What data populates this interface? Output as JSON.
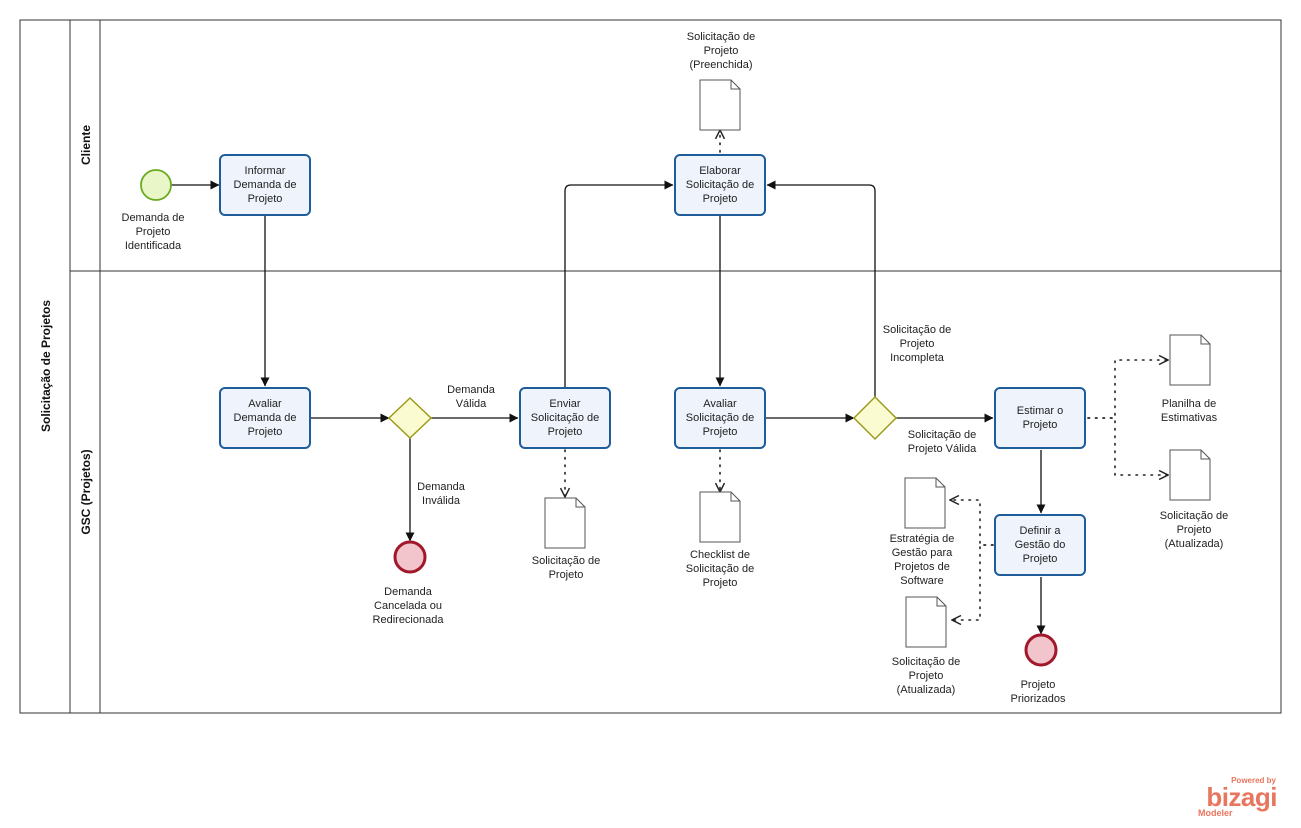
{
  "pool": {
    "name": "Solicitação de Projetos"
  },
  "lanes": [
    {
      "id": "cliente",
      "name": "Cliente"
    },
    {
      "id": "gsc",
      "name": "GSC (Projetos)"
    }
  ],
  "tasks": {
    "informar": [
      "Informar",
      "Demanda de",
      "Projeto"
    ],
    "avaliar_demanda": [
      "Avaliar",
      "Demanda de",
      "Projeto"
    ],
    "enviar": [
      "Enviar",
      "Solicitação de",
      "Projeto"
    ],
    "elaborar": [
      "Elaborar",
      "Solicitação de",
      "Projeto"
    ],
    "avaliar_solicitacao": [
      "Avaliar",
      "Solicitação de",
      "Projeto"
    ],
    "estimar": [
      "Estimar o",
      "Projeto"
    ],
    "definir": [
      "Definir a",
      "Gestão do",
      "Projeto"
    ]
  },
  "events": {
    "start": [
      "Demanda de",
      "Projeto",
      "Identificada"
    ],
    "end_cancelada": [
      "Demanda",
      "Cancelada ou",
      "Redirecionada"
    ],
    "end_priorizados": [
      "Projeto",
      "Priorizados"
    ]
  },
  "flow_labels": {
    "demanda_valida": [
      "Demanda",
      "Válida"
    ],
    "demanda_invalida": [
      "Demanda",
      "Inválida"
    ],
    "incompleta": [
      "Solicitação de",
      "Projeto",
      "Incompleta"
    ],
    "valida": [
      "Solicitação de",
      "Projeto Válida"
    ]
  },
  "artifacts": {
    "preenchida": [
      "Solicitação de",
      "Projeto",
      "(Preenchida)"
    ],
    "solicitacao_enviada": [
      "Solicitação de",
      "Projeto"
    ],
    "checklist": [
      "Checklist de",
      "Solicitação de",
      "Projeto"
    ],
    "planilha": [
      "Planilha de",
      "Estimativas"
    ],
    "atualizada_estimar": [
      "Solicitação de",
      "Projeto",
      "(Atualizada)"
    ],
    "estrategia": [
      "Estratégia de",
      "Gestão para",
      "Projetos de",
      "Software"
    ],
    "atualizada_definir": [
      "Solicitação de",
      "Projeto",
      "(Atualizada)"
    ]
  },
  "branding": {
    "powered": "Powered by",
    "name": "bizagi",
    "product": "Modeler"
  },
  "colors": {
    "task_fill": "#eef3fc",
    "task_stroke": "#1f5d9a",
    "start_fill": "#e9f6c8",
    "start_stroke": "#6aaa1e",
    "end_fill": "#f2c4cc",
    "end_stroke": "#a0182a",
    "gateway_fill": "#fbfbd2",
    "gateway_stroke": "#9b9b1a",
    "brand": "#e8765f"
  }
}
